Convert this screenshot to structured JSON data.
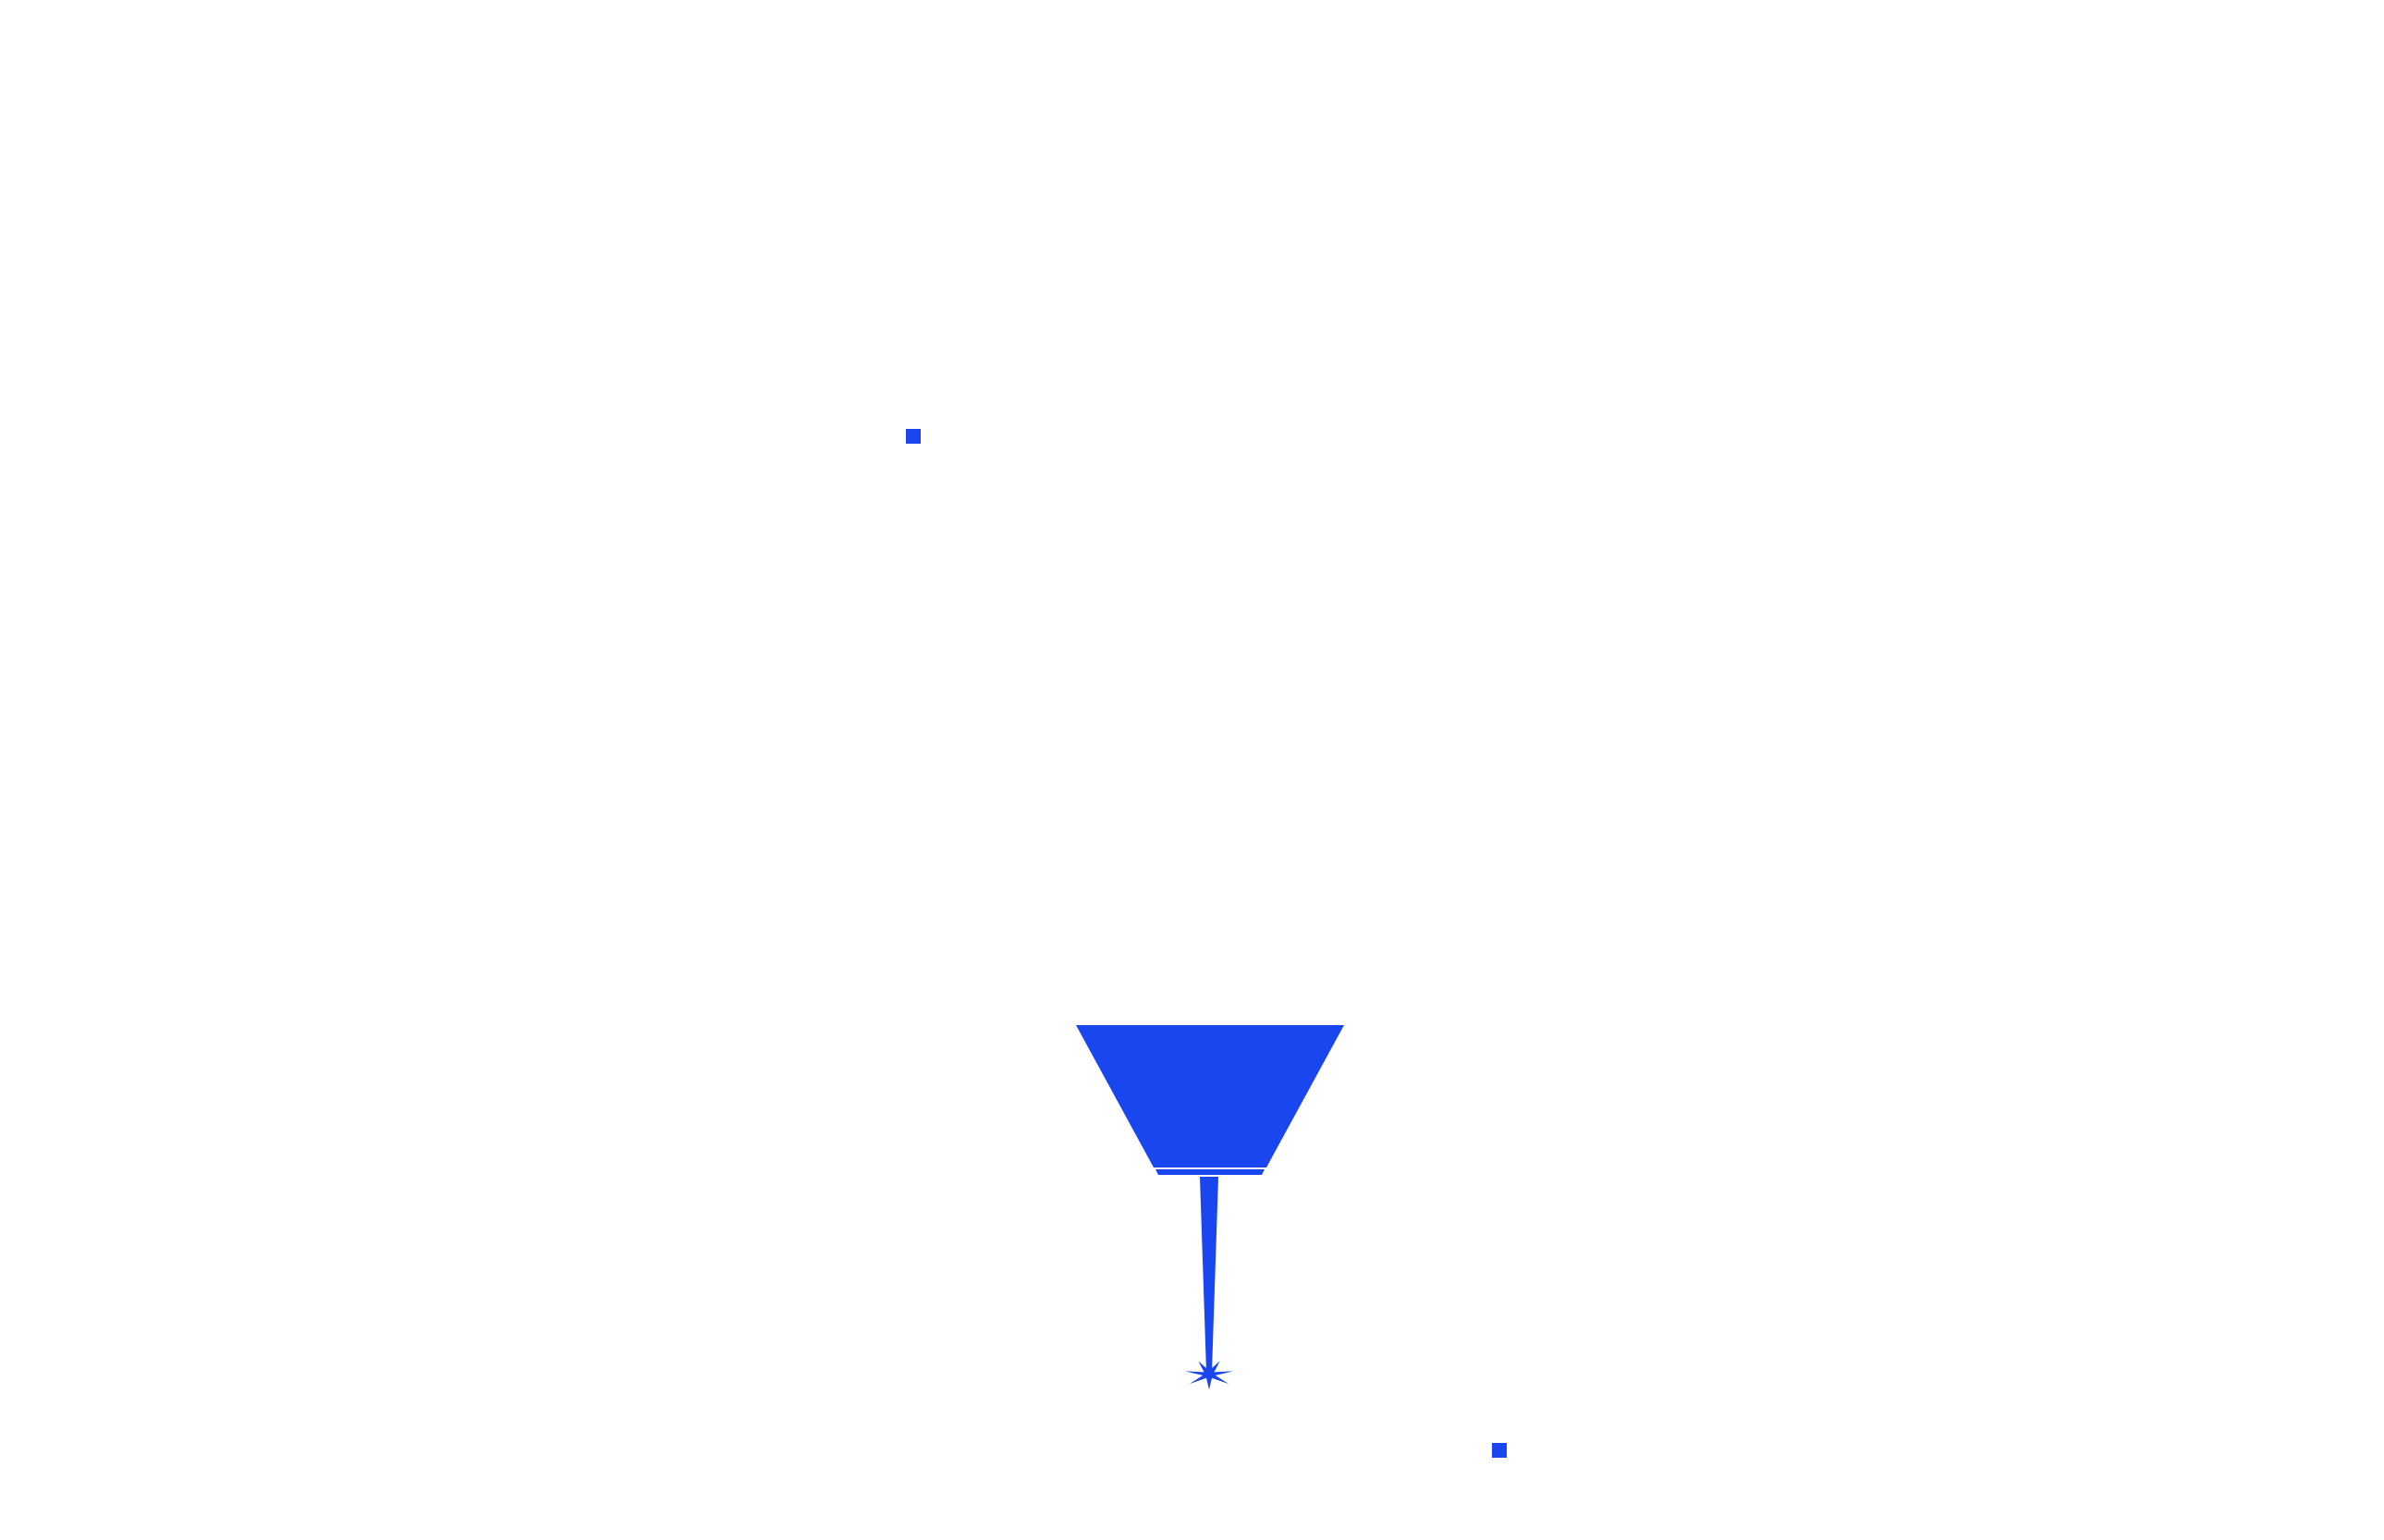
{
  "colors": {
    "shape": "#1a46ef",
    "background": "#ffffff"
  },
  "shapes": [
    "funnel-body",
    "funnel-rim-bar",
    "funnel-stem",
    "star-tip",
    "marker-square",
    "marker-square"
  ]
}
